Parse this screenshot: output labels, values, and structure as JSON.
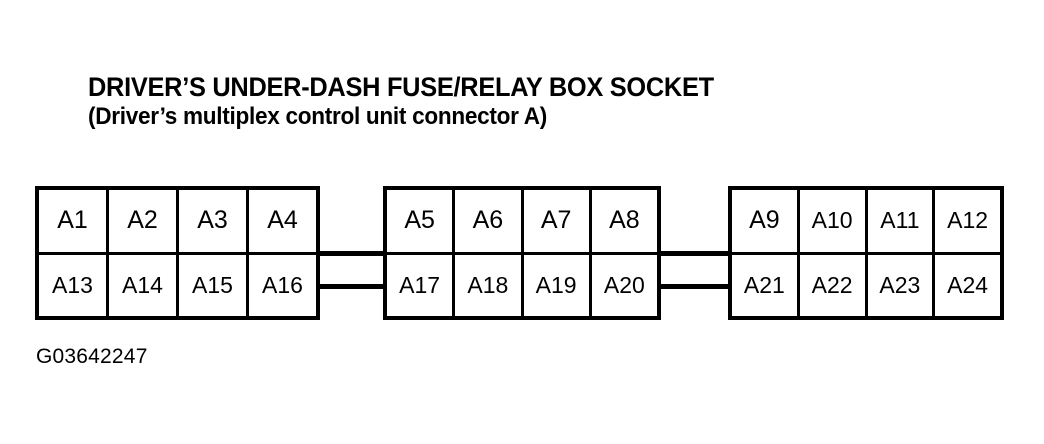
{
  "title": {
    "main": "DRIVER’S UNDER-DASH FUSE/RELAY BOX SOCKET",
    "sub": "(Driver’s multiplex control unit connector A)"
  },
  "figure": {
    "id": "G03642247"
  },
  "colors": {
    "ink": "#000000",
    "background": "#ffffff"
  },
  "diagram": {
    "type": "connector-pinout",
    "block_count": 3,
    "rows_per_block": 2,
    "columns_per_block": 4,
    "blocks": [
      {
        "name": "block-left",
        "top_row": [
          "A1",
          "A2",
          "A3",
          "A4"
        ],
        "bottom_row": [
          "A13",
          "A14",
          "A15",
          "A16"
        ]
      },
      {
        "name": "block-middle",
        "top_row": [
          "A5",
          "A6",
          "A7",
          "A8"
        ],
        "bottom_row": [
          "A17",
          "A18",
          "A19",
          "A20"
        ]
      },
      {
        "name": "block-right",
        "top_row": [
          "A9",
          "A10",
          "A11",
          "A12"
        ],
        "bottom_row": [
          "A21",
          "A22",
          "A23",
          "A24"
        ]
      }
    ],
    "connectors": [
      {
        "name": "wire-left-gap-upper"
      },
      {
        "name": "wire-left-gap-lower"
      },
      {
        "name": "wire-right-gap-upper"
      },
      {
        "name": "wire-right-gap-lower"
      }
    ]
  }
}
